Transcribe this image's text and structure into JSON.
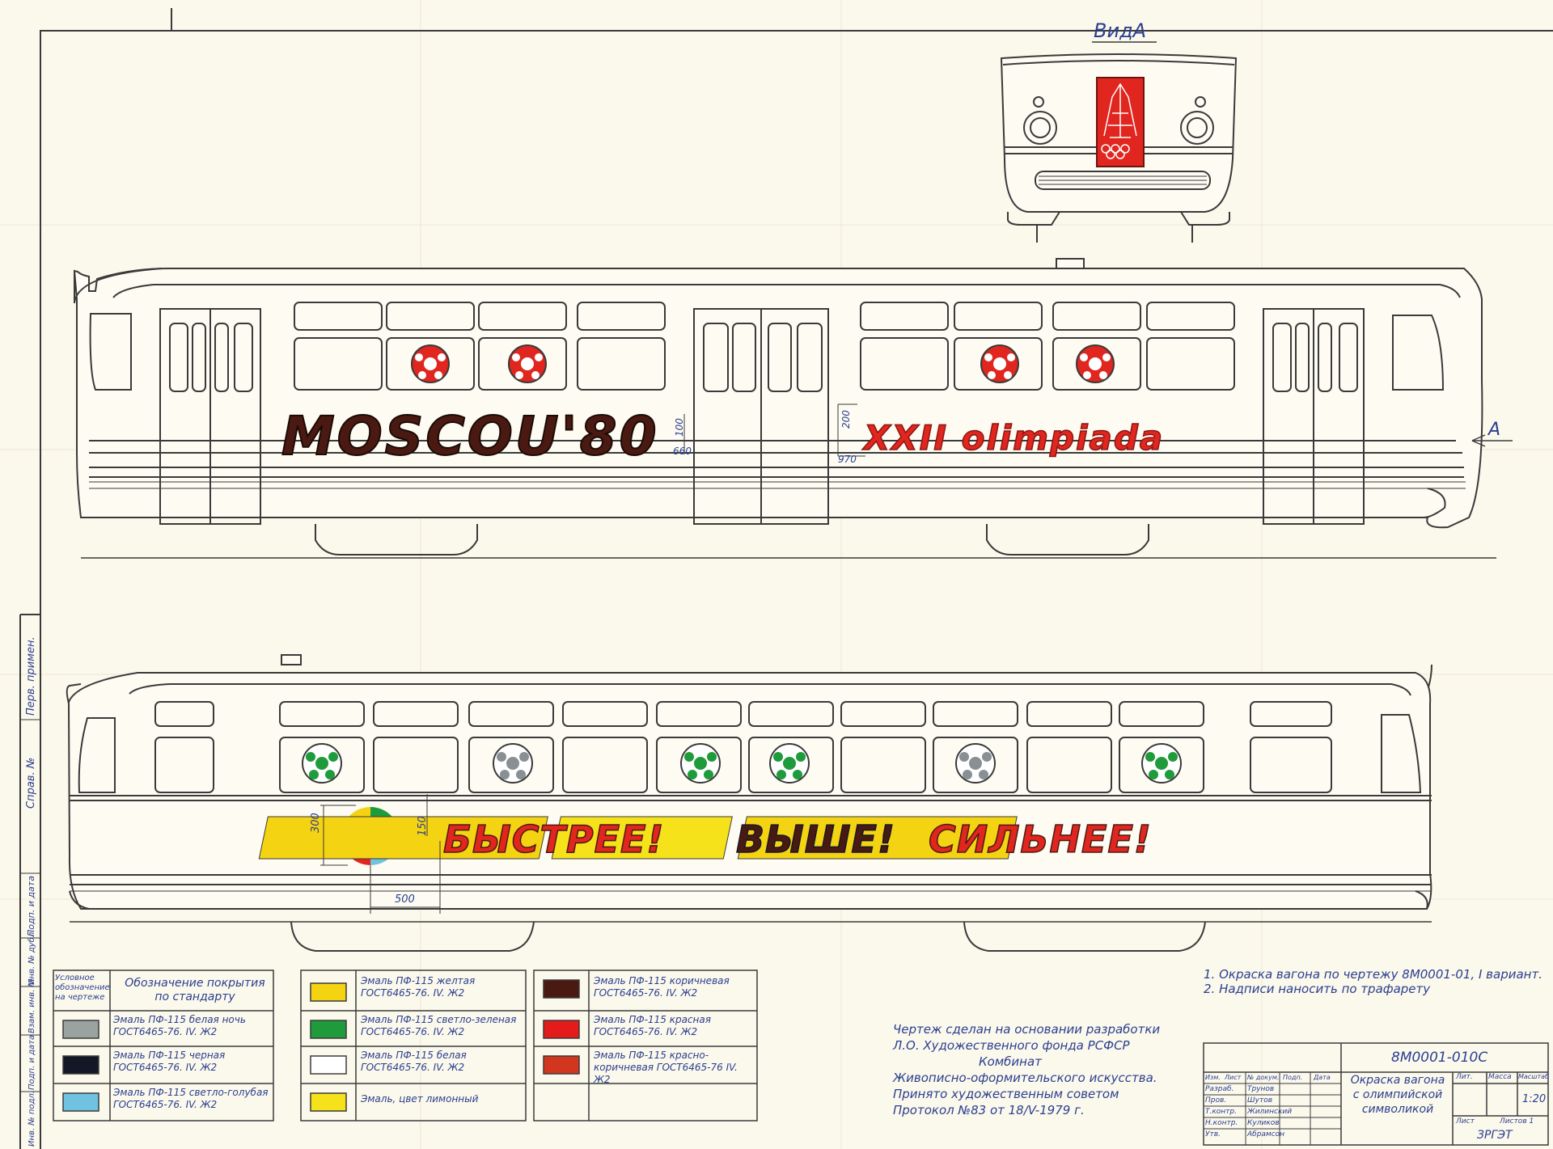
{
  "view_title": "ВидА",
  "arrow_label": "А",
  "slogan_top": {
    "moscou": "MOSCOU'80",
    "olimpiada": "XXII olimpiada"
  },
  "slogan_bottom": {
    "part1": "БЫСТРЕЕ!",
    "part2": "ВЫШЕ!",
    "part3": "СИЛЬНЕЕ!"
  },
  "dimensions": {
    "d100": "100",
    "d660": "660",
    "d200": "200",
    "d970": "970",
    "d300": "300",
    "d150": "150",
    "d500": "500"
  },
  "side_stamp": {
    "perv": "Перв. примен.",
    "sprav": "Справ. №",
    "podp_data1": "Подп. и дата",
    "inv_dubl": "Инв. № дубл.",
    "vzam": "Взам. инв. №",
    "podp_data2": "Подп. и дата",
    "inv_podl": "Инв. № подл."
  },
  "legend": {
    "header_symbol": "Условное обозначение на чертеже",
    "header_coating": "Обозначение покрытия по стандарту",
    "items": [
      {
        "color": "#9aa3a0",
        "text": "Эмаль ПФ-115 белая ночь ГОСТ6465-76. IV. Ж2"
      },
      {
        "color": "#141826",
        "text": "Эмаль ПФ-115 черная ГОСТ6465-76. IV. Ж2"
      },
      {
        "color": "#6fc3e0",
        "text": "Эмаль ПФ-115 светло-голубая ГОСТ6465-76. IV. Ж2"
      },
      {
        "color": "#f4d313",
        "text": "Эмаль ПФ-115 желтая ГОСТ6465-76. IV. Ж2"
      },
      {
        "color": "#1f9b3c",
        "text": "Эмаль ПФ-115 светло-зеленая ГОСТ6465-76. IV. Ж2"
      },
      {
        "color": "#ffffff",
        "text": "Эмаль ПФ-115 белая ГОСТ6465-76. IV. Ж2"
      },
      {
        "color": "#f6e21a",
        "text": "Эмаль, цвет лимонный"
      },
      {
        "color": "#4a1a12",
        "text": "Эмаль ПФ-115 коричневая ГОСТ6465-76. IV. Ж2"
      },
      {
        "color": "#e41b1b",
        "text": "Эмаль ПФ-115 красная ГОСТ6465-76. IV. Ж2"
      },
      {
        "color": "#d2361f",
        "text": "Эмаль ПФ-115 красно-коричневая ГОСТ6465-76 IV. Ж2"
      }
    ]
  },
  "notes": {
    "n1": "1. Окраска вагона по чертежу 8М0001-01, I вариант.",
    "n2": "2. Надписи наносить по трафарету"
  },
  "approval": {
    "l1": "Чертеж сделан на основании разработки",
    "l2": "Л.О. Художественного фонда РСФСР",
    "l3": "Комбинат",
    "l4": "Живописно-оформительского искусства.",
    "l5": "Принято художественным советом",
    "l6": "Протокол №83 от 18/V-1979 г."
  },
  "title_block": {
    "drawing_no": "8М0001-010С",
    "title1": "Окраска вагона",
    "title2": "с олимпийской",
    "title3": "символикой",
    "lit": "Лит.",
    "massa": "Масса",
    "masshtab": "Масштаб",
    "scale": "1:20",
    "list": "Лист",
    "listov": "Листов 1",
    "org": "ЗРГЭТ",
    "rows": [
      {
        "role": "Разраб.",
        "name": "Трунов"
      },
      {
        "role": "Пров.",
        "name": "Шутов"
      },
      {
        "role": "Т.контр.",
        "name": "Жилинский"
      },
      {
        "role": "Н.контр.",
        "name": "Куликов"
      },
      {
        "role": "Утв.",
        "name": "Абрамсон"
      }
    ],
    "hdr": [
      "Изм.",
      "Лист",
      "№ докум.",
      "Подп.",
      "Дата"
    ]
  },
  "colors": {
    "ink": "#2b3f8f",
    "pencil": "#3a3a3a",
    "paper": "#fbf8ec"
  }
}
